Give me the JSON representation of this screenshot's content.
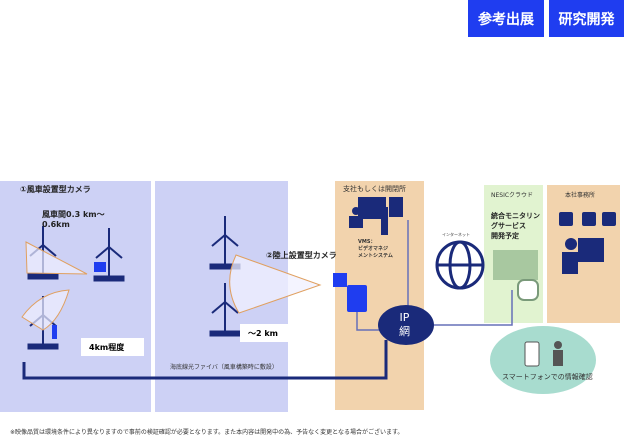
{
  "header": {
    "exhibit_label": "参考出展",
    "rnd_label": "研究開発"
  },
  "left_panel": {
    "title": "①風車設置型カメラ",
    "spacing": "風車間0.3 km～\n0.6km",
    "range": "4km程度"
  },
  "mid_panel": {
    "camera_title": "②陸上設置型カメラ",
    "range": "～2 km",
    "fiber": "海底線光ファイバ（風車構築時に敷設）"
  },
  "site_panel": {
    "title": "支社もしくは開閉所",
    "vms": "VMS：\nビデオマネジ\nメントシステム"
  },
  "internet": {
    "label": "インターネット"
  },
  "ip_network": {
    "line1": "IP",
    "line2": "網"
  },
  "cloud_panel": {
    "title": "NESICクラウド",
    "service": "統合モニタリングサービス\n開発予定"
  },
  "office_panel": {
    "title": "本社事務所"
  },
  "smartphone": {
    "label": "スマートフォンでの情報確認"
  },
  "footnote": "※映像品質は環境条件により異なりますので事前の検証確認が必要となります。また本内容は開発中の為、予告なく変更となる場合がございます。",
  "colors": {
    "accent": "#1f3df0",
    "navy": "#1a2a7a",
    "lavender": "#cdd1f5",
    "tan": "#f2d3ad",
    "green": "#e1f3d0"
  }
}
